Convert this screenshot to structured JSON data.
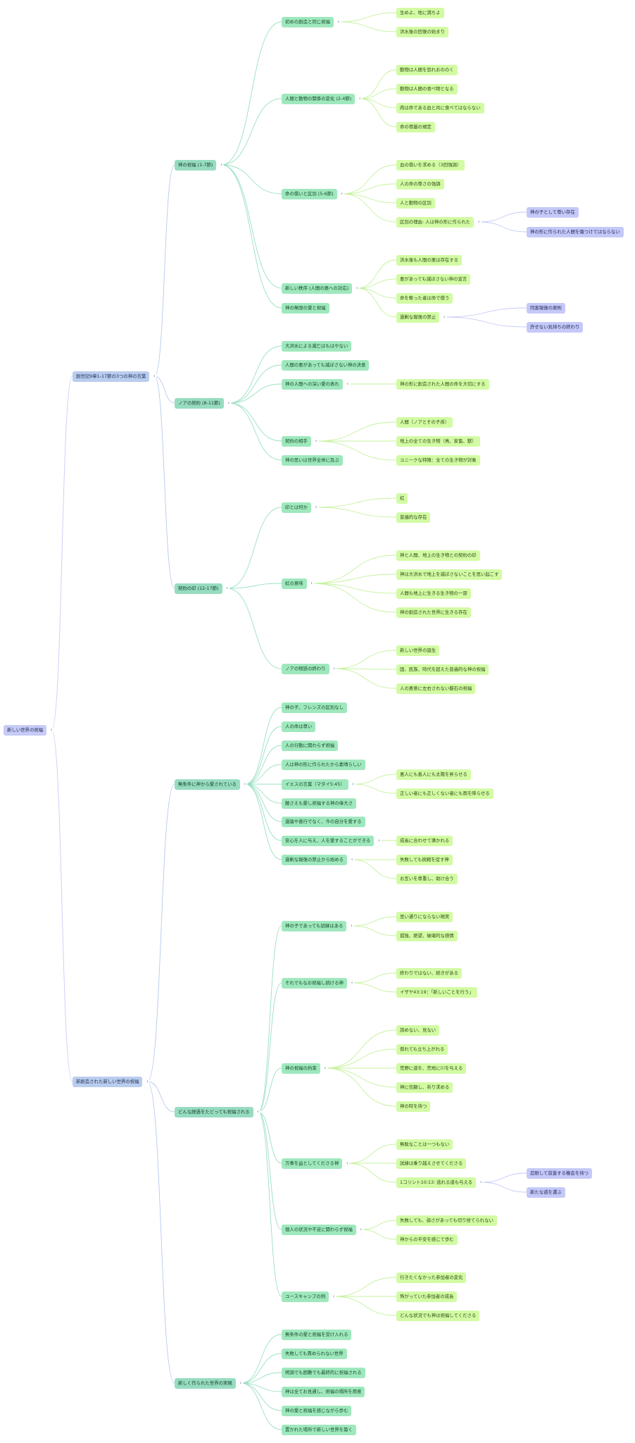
{
  "mindmap": {
    "colors": {
      "edge_root": "#c9cdf6",
      "edge_level1": "#b8c9ee",
      "edge_level2": "#9be0c3",
      "edge_level3": "#c5f29e",
      "edge_level4": "#c6caf6"
    },
    "toggle_icon": "chevron-left-icon",
    "root": {
      "label": "新しい世界の祝福",
      "children": [
        {
          "label": "創世記9章1-17節の3つの神の言葉",
          "children": [
            {
              "label": "神の祝福 (1-7節)",
              "children": [
                {
                  "label": "初めの創造と同じ祝福",
                  "children": [
                    {
                      "label": "生めよ、地に満ちよ"
                    },
                    {
                      "label": "洪水後の回復の始まり"
                    }
                  ]
                },
                {
                  "label": "人間と動物の関係の変化 (2-4節)",
                  "children": [
                    {
                      "label": "動物は人間を恐れおののく"
                    },
                    {
                      "label": "動物は人間の食べ物となる"
                    },
                    {
                      "label": "肉は命である血と共に食べてはならない"
                    },
                    {
                      "label": "命の尊厳の規定"
                    }
                  ]
                },
                {
                  "label": "命の償いと区別 (5-6節)",
                  "children": [
                    {
                      "label": "血の償いを求める（3回強調）"
                    },
                    {
                      "label": "人の命の尊さの強調"
                    },
                    {
                      "label": "人と動物の区別"
                    },
                    {
                      "label": "区別の理由: 人は神の形に作られた",
                      "children": [
                        {
                          "label": "神の子として尊い存在"
                        },
                        {
                          "label": "神の形に作られた人間を傷つけてはならない"
                        }
                      ]
                    }
                  ]
                },
                {
                  "label": "新しい秩序 (人間の悪への対応)",
                  "children": [
                    {
                      "label": "洪水後も人間の悪は存在する"
                    },
                    {
                      "label": "悪があっても滅ぼさない神の宣言"
                    },
                    {
                      "label": "命を奪った者は命で償う"
                    },
                    {
                      "label": "過剰な報復の禁止",
                      "children": [
                        {
                          "label": "同害報復の原則"
                        },
                        {
                          "label": "許せない気持ちの終わり"
                        }
                      ]
                    }
                  ]
                },
                {
                  "label": "神の無限の愛と祝福"
                }
              ]
            },
            {
              "label": "ノアの契約 (8-11節)",
              "children": [
                {
                  "label": "大洪水による滅亡はもはやない"
                },
                {
                  "label": "人間の悪があっても滅ぼさない神の決意"
                },
                {
                  "label": "神の人間への深い愛の表れ",
                  "children": [
                    {
                      "label": "神の形に創造された人間の命を大切にする"
                    }
                  ]
                },
                {
                  "label": "契約の相手",
                  "children": [
                    {
                      "label": "人間（ノアとその子孫）"
                    },
                    {
                      "label": "地上の全ての生き物（鳥、家畜、獣）"
                    },
                    {
                      "label": "ユニークな特徴：全ての生き物が対象"
                    }
                  ]
                },
                {
                  "label": "神の思いは世界全体に及ぶ"
                }
              ]
            },
            {
              "label": "契約の印 (12-17節)",
              "children": [
                {
                  "label": "印とは何か",
                  "children": [
                    {
                      "label": "虹"
                    },
                    {
                      "label": "普遍的な存在"
                    }
                  ]
                },
                {
                  "label": "虹の意味",
                  "children": [
                    {
                      "label": "神と人間、地上の生き物との契約の印"
                    },
                    {
                      "label": "神は大洪水で地上を滅ぼさないことを思い起こす"
                    },
                    {
                      "label": "人間も地上に生きる生き物の一部"
                    },
                    {
                      "label": "神の創造された世界に生きる存在"
                    }
                  ]
                },
                {
                  "label": "ノアの物語の終わり",
                  "children": [
                    {
                      "label": "新しい世界の誕生"
                    },
                    {
                      "label": "国、民族、時代を超えた普遍的な神の祝福"
                    },
                    {
                      "label": "人の悪意に左右されない磐石の祝福"
                    }
                  ]
                }
              ]
            }
          ]
        },
        {
          "label": "新創造された新しい世界の祝福",
          "children": [
            {
              "label": "無条件に神から愛されている",
              "children": [
                {
                  "label": "神の子、フレンズの区別なし"
                },
                {
                  "label": "人の命は尊い"
                },
                {
                  "label": "人の行動に関わらず祝福"
                },
                {
                  "label": "人は神の形に作られたから素晴らしい"
                },
                {
                  "label": "イエスの言葉（マタイ5:45）",
                  "children": [
                    {
                      "label": "悪人にも善人にも太陽を昇らせる"
                    },
                    {
                      "label": "正しい者にも正しくない者にも雨を降らせる"
                    }
                  ]
                },
                {
                  "label": "敵さえも愛し祝福する神の偉大さ"
                },
                {
                  "label": "過論や善行でなく、今の自分を愛する"
                },
                {
                  "label": "安心を人に与え、人を愛することができる",
                  "children": [
                    {
                      "label": "成長に合わせて導かれる"
                    }
                  ]
                },
                {
                  "label": "過剰な報復の禁止から始める",
                  "children": [
                    {
                      "label": "失敗しても挑戦を促す神"
                    },
                    {
                      "label": "お互いを尊重し、助け合う"
                    }
                  ]
                }
              ]
            },
            {
              "label": "どんな経過をたどっても祝福される",
              "children": [
                {
                  "label": "神の子であっても試練はある",
                  "children": [
                    {
                      "label": "思い通りにならない現実"
                    },
                    {
                      "label": "孤独、絶望、破壊的な感情"
                    }
                  ]
                },
                {
                  "label": "それでもなお祝福し続ける神",
                  "children": [
                    {
                      "label": "終わりではない、続きがある"
                    },
                    {
                      "label": "イザヤ43:19：「新しいことを行う」"
                    }
                  ]
                },
                {
                  "label": "神の祝福の約束",
                  "children": [
                    {
                      "label": "諦めない、見ない"
                    },
                    {
                      "label": "倒れても立ち上がれる"
                    },
                    {
                      "label": "荒野に道を、荒地に川を与える"
                    },
                    {
                      "label": "神に信頼し、祈り求める"
                    },
                    {
                      "label": "神の時を待つ"
                    }
                  ]
                },
                {
                  "label": "万事を益としてくださる神",
                  "children": [
                    {
                      "label": "無駄なことは一つもない"
                    },
                    {
                      "label": "試練は乗り越えさせてくださる"
                    },
                    {
                      "label": "1コリント10:13: 逃れる道も与える",
                      "children": [
                        {
                          "label": "忍耐して前進する機会を待つ"
                        },
                        {
                          "label": "新たな道を選ぶ"
                        }
                      ]
                    }
                  ]
                },
                {
                  "label": "個人の状況や不足に関わらず祝福",
                  "children": [
                    {
                      "label": "失敗しても、弱さがあっても切り捨てられない"
                    },
                    {
                      "label": "神からの平安を感じて歩む"
                    }
                  ]
                },
                {
                  "label": "ユースキャンプの例",
                  "children": [
                    {
                      "label": "行きたくなかった参加者の変化"
                    },
                    {
                      "label": "怖がっていた参加者の成長"
                    },
                    {
                      "label": "どんな状況でも神は祝福してくださる"
                    }
                  ]
                }
              ]
            },
            {
              "label": "新しく作られた世界の実現",
              "children": [
                {
                  "label": "無条件の愛と祝福を受け入れる"
                },
                {
                  "label": "失敗しても責められない世界"
                },
                {
                  "label": "明調でも困難でも最終的に祝福される"
                },
                {
                  "label": "神は全てお見通し、祝福の場所を用意"
                },
                {
                  "label": "神の愛と祝福を感じながら歩む"
                },
                {
                  "label": "置かれた場所で新しい世界を築く"
                }
              ]
            }
          ]
        }
      ]
    }
  }
}
